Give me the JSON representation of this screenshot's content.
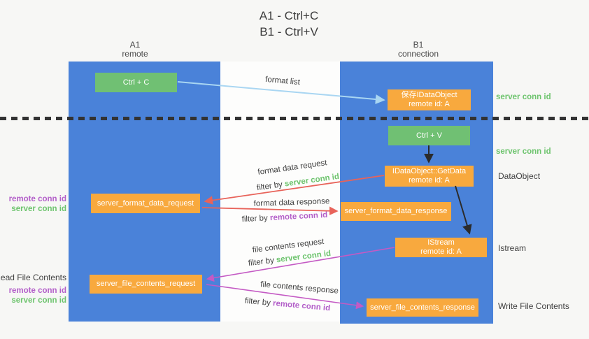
{
  "title": {
    "line1": "A1 - Ctrl+C",
    "line2": "B1 - Ctrl+V"
  },
  "lanes": {
    "left": {
      "name": "A1",
      "subtitle": "remote"
    },
    "right": {
      "name": "B1",
      "subtitle": "connection"
    }
  },
  "boxes": {
    "ctrl_c": {
      "label": "Ctrl + C"
    },
    "ctrl_v": {
      "label": "Ctrl + V"
    },
    "save_idataobject": {
      "line1": "保存IDataObject",
      "line2": "remote id: A"
    },
    "getdata": {
      "line1": "IDataObject::GetData",
      "line2": "remote id: A"
    },
    "istream": {
      "line1": "IStream",
      "line2": "remote id: A"
    },
    "format_request": {
      "label": "server_format_data_request"
    },
    "format_response": {
      "label": "server_format_data_response"
    },
    "file_request": {
      "label": "server_file_contents_request"
    },
    "file_response": {
      "label": "server_file_contents_response"
    }
  },
  "flows": {
    "format_list": "format list",
    "format_data_request": "format data request",
    "format_data_response": "format data response",
    "file_contents_request": "file contents request",
    "file_contents_response": "file contents response"
  },
  "terms": {
    "filter_by": "filter by ",
    "server_conn_id": "server conn id",
    "remote_conn_id": "remote conn id"
  },
  "side_labels": {
    "read_file_contents": "Read File Contents",
    "write_file_contents": "Write File Contents",
    "dataobject": "DataObject",
    "istream": "Istream"
  },
  "colors": {
    "lane_fill": "#4a82d9",
    "box_orange": "#f8a93e",
    "box_green": "#70c073",
    "arrow_blue": "#a9d6f2",
    "arrow_red": "#e8635a",
    "arrow_magenta": "#c45ac4",
    "arrow_black": "#2b2b2b",
    "term_green": "#6ec46e",
    "term_purple": "#b35fc9"
  }
}
